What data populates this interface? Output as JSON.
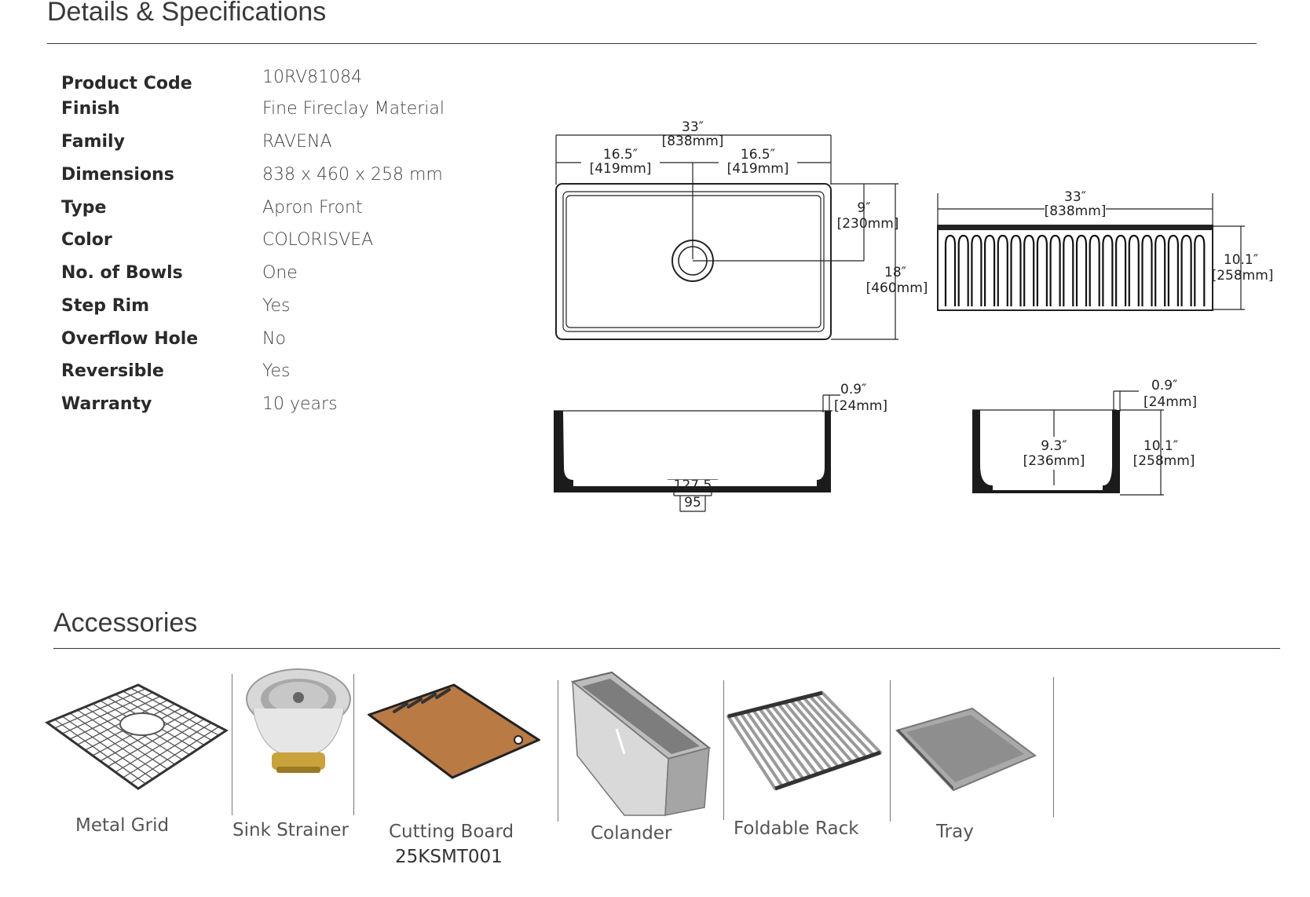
{
  "details": {
    "title": "Details & Specifications",
    "specs": [
      {
        "label": "Product Code",
        "value": "10RV81084"
      },
      {
        "label": "Finish",
        "value": "Fine Fireclay Material"
      },
      {
        "label": "Family",
        "value": "RAVENA"
      },
      {
        "label": "Dimensions",
        "value": "838 x 460 x 258 mm"
      },
      {
        "label": "Type",
        "value": "Apron Front"
      },
      {
        "label": "Color",
        "value": "COLORISVEA"
      },
      {
        "label": "No. of Bowls",
        "value": "One"
      },
      {
        "label": "Step Rim",
        "value": "Yes"
      },
      {
        "label": "Overflow Hole",
        "value": "No"
      },
      {
        "label": "Reversible",
        "value": "Yes"
      },
      {
        "label": "Warranty",
        "value": "10 years"
      }
    ]
  },
  "drawings": {
    "top": {
      "width_in": "33″",
      "width_mm": "[838mm]",
      "half_in": "16.5″",
      "half_mm": "[419mm]",
      "drain_in": "9″",
      "drain_mm": "[230mm]",
      "depth_in": "18″",
      "depth_mm": "[460mm]"
    },
    "front": {
      "width_in": "33″",
      "width_mm": "[838mm]",
      "height_in": "10.1″",
      "height_mm": "[258mm]"
    },
    "section_long": {
      "rim_in": "0.9″",
      "rim_mm": "[24mm]",
      "outlet_top": "127.5",
      "outlet_bottom": "95"
    },
    "section_short": {
      "rim_in": "0.9″",
      "rim_mm": "[24mm]",
      "bowl_in": "9.3″",
      "bowl_mm": "[236mm]",
      "height_in": "10.1″",
      "height_mm": "[258mm]"
    }
  },
  "accessories": {
    "title": "Accessories",
    "items": [
      {
        "label": "Metal Grid"
      },
      {
        "label": "Sink Strainer"
      },
      {
        "label": "Cutting Board",
        "code": "25KSMT001"
      },
      {
        "label": "Colander"
      },
      {
        "label": "Foldable Rack"
      },
      {
        "label": "Tray"
      }
    ]
  }
}
